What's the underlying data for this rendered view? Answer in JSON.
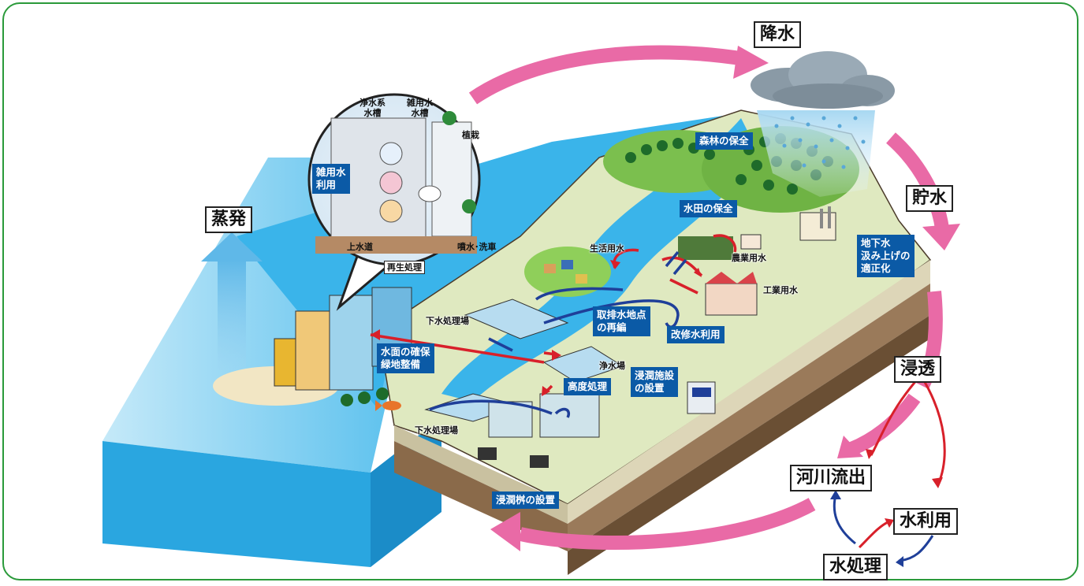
{
  "cycle": {
    "precipitation": "降水",
    "storage": "貯水",
    "infiltration": "浸透",
    "river_outflow": "河川流出",
    "water_use": "水利用",
    "water_treatment": "水処理",
    "evaporation": "蒸発"
  },
  "measures": {
    "forest": "森林の保全",
    "paddy": "水田の保全",
    "groundwater": "地下水\n汲み上げの\n適正化",
    "intake": "取排水地点\nの再編",
    "reuse": "改修水利用",
    "waterfront": "水面の確保\n緑地整備",
    "advanced": "高度処理",
    "infiltration_facility": "浸潤施設\nの設置",
    "infiltration_basin": "浸潤桝の設置",
    "gray_water_use": "雑用水\n利用"
  },
  "labels": {
    "domestic": "生活用水",
    "agricultural": "農業用水",
    "industrial": "工業用水",
    "sewage_plant_1": "下水処理場",
    "sewage_plant_2": "下水処理場",
    "purification": "浄水場",
    "clean_tank": "浄水系\n水槽",
    "gray_tank": "雑用水\n水槽",
    "planting": "植栽",
    "supply": "上水道",
    "recycle": "再生処理",
    "fountain": "噴水･洗車"
  },
  "colors": {
    "frame": "#2a9a3a",
    "cycle_arrow": "#e96aa6",
    "tag": "#0b5aa6",
    "red_arrow": "#d8202a",
    "blue_arrow": "#1f3f99",
    "water": "#3ab4ea"
  }
}
